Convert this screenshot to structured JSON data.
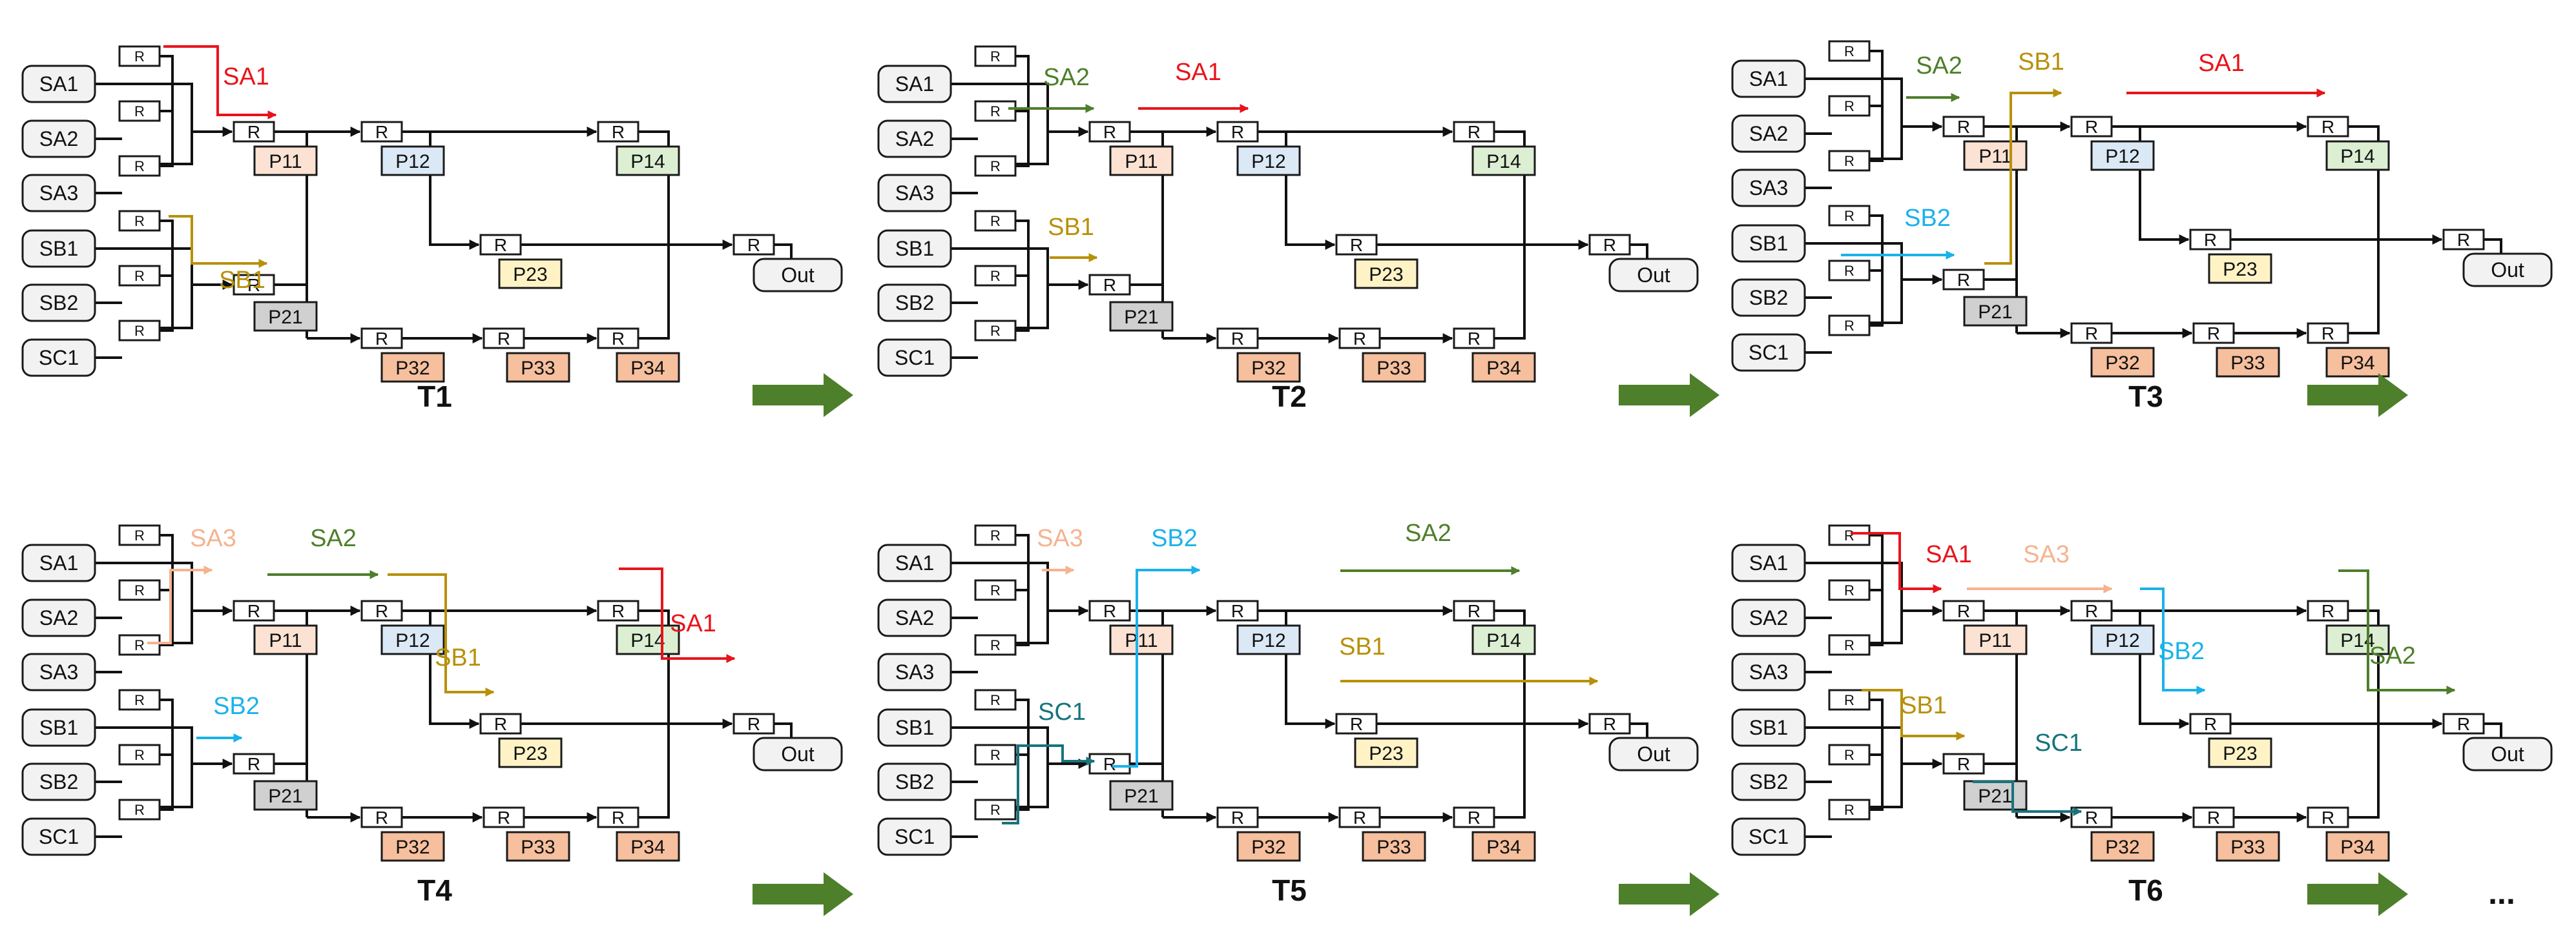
{
  "router_label": "R",
  "source_labels": [
    "SA1",
    "SA2",
    "SA3",
    "SB1",
    "SB2",
    "SC1"
  ],
  "processor_labels": {
    "P11": "P11",
    "P12": "P12",
    "P14": "P14",
    "P21": "P21",
    "P23": "P23",
    "P32": "P32",
    "P33": "P33",
    "P34": "P34"
  },
  "out_label": "Out",
  "ellipsis": "...",
  "colors": {
    "SA1": "#e8141b",
    "SA2": "#4e7f2a",
    "SA3": "#f5b38f",
    "SB1": "#b8900a",
    "SB2": "#1ab2ea",
    "SC1": "#17747c",
    "P11": "#fbe2d2",
    "P12": "#dbe8f5",
    "P14": "#dcefd3",
    "P21": "#d0d0d0",
    "P23": "#fff3c6",
    "P3x": "#f6bf9d",
    "source_box": "#f2f2f2",
    "arrow": "#4e7f2a"
  },
  "panels": [
    {
      "id": "T1",
      "title": "T1",
      "flows": [
        {
          "label": "SA1",
          "color": "#e8141b"
        },
        {
          "label": "SB1",
          "color": "#b8900a"
        }
      ]
    },
    {
      "id": "T2",
      "title": "T2",
      "flows": [
        {
          "label": "SA2",
          "color": "#4e7f2a"
        },
        {
          "label": "SA1",
          "color": "#e8141b"
        },
        {
          "label": "SB1",
          "color": "#b8900a"
        }
      ]
    },
    {
      "id": "T3",
      "title": "T3",
      "flows": [
        {
          "label": "SA2",
          "color": "#4e7f2a"
        },
        {
          "label": "SB1",
          "color": "#b8900a"
        },
        {
          "label": "SA1",
          "color": "#e8141b"
        },
        {
          "label": "SB2",
          "color": "#1ab2ea"
        }
      ]
    },
    {
      "id": "T4",
      "title": "T4",
      "flows": [
        {
          "label": "SA3",
          "color": "#f5b38f"
        },
        {
          "label": "SA2",
          "color": "#4e7f2a"
        },
        {
          "label": "SB1",
          "color": "#b8900a"
        },
        {
          "label": "SA1",
          "color": "#e8141b"
        },
        {
          "label": "SB2",
          "color": "#1ab2ea"
        }
      ]
    },
    {
      "id": "T5",
      "title": "T5",
      "flows": [
        {
          "label": "SA3",
          "color": "#f5b38f"
        },
        {
          "label": "SB2",
          "color": "#1ab2ea"
        },
        {
          "label": "SA2",
          "color": "#4e7f2a"
        },
        {
          "label": "SC1",
          "color": "#17747c"
        },
        {
          "label": "SB1",
          "color": "#b8900a"
        }
      ]
    },
    {
      "id": "T6",
      "title": "T6",
      "flows": [
        {
          "label": "SA1",
          "color": "#e8141b"
        },
        {
          "label": "SA3",
          "color": "#f5b38f"
        },
        {
          "label": "SB2",
          "color": "#1ab2ea"
        },
        {
          "label": "SA2",
          "color": "#4e7f2a"
        },
        {
          "label": "SB1",
          "color": "#b8900a"
        },
        {
          "label": "SC1",
          "color": "#17747c"
        }
      ]
    }
  ]
}
